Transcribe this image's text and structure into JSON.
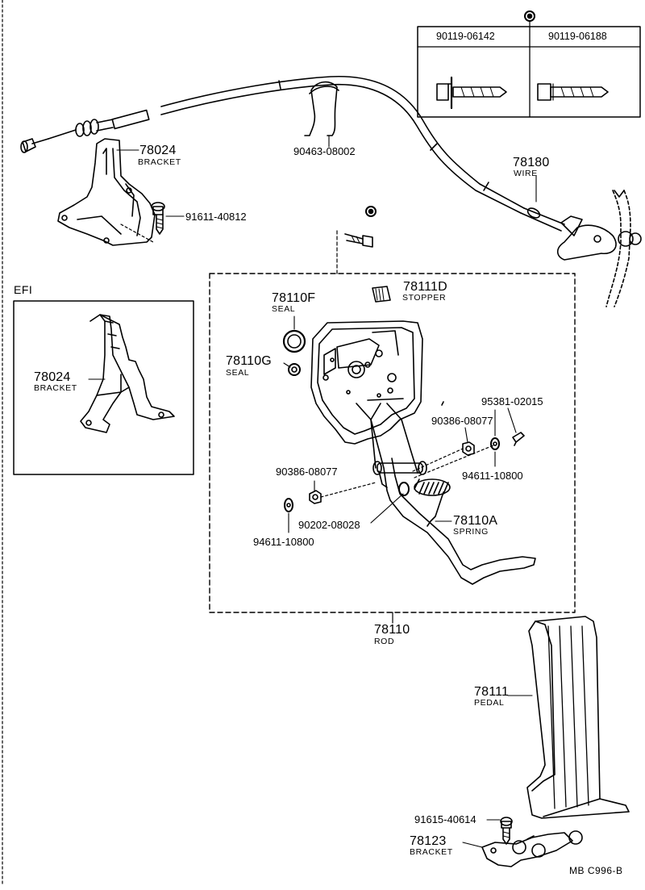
{
  "fastener_table": {
    "col1": "90119-06142",
    "col2": "90119-06188"
  },
  "labels": {
    "p78024_top": {
      "part": "78024",
      "name": "BRACKET"
    },
    "p90463": {
      "part": "90463-08002"
    },
    "p78180": {
      "part": "78180",
      "name": "WIRE"
    },
    "p91611": {
      "part": "91611-40812"
    },
    "efi": "EFI",
    "p78024_efi": {
      "part": "78024",
      "name": "BRACKET"
    },
    "p78111D": {
      "part": "78111D",
      "name": "STOPPER"
    },
    "p78110F": {
      "part": "78110F",
      "name": "SEAL"
    },
    "p78110G": {
      "part": "78110G",
      "name": "SEAL"
    },
    "p95381": {
      "part": "95381-02015"
    },
    "p90386_r": {
      "part": "90386-08077"
    },
    "p94611_r": {
      "part": "94611-10800"
    },
    "p90386_l": {
      "part": "90386-08077"
    },
    "p90202": {
      "part": "90202-08028"
    },
    "p94611_l": {
      "part": "94611-10800"
    },
    "p78110A": {
      "part": "78110A",
      "name": "SPRING"
    },
    "p78110": {
      "part": "78110",
      "name": "ROD"
    },
    "p78111": {
      "part": "78111",
      "name": "PEDAL"
    },
    "p91615": {
      "part": "91615-40614"
    },
    "p78123": {
      "part": "78123",
      "name": "BRACKET"
    }
  },
  "reference_code": "MB  C996-B"
}
